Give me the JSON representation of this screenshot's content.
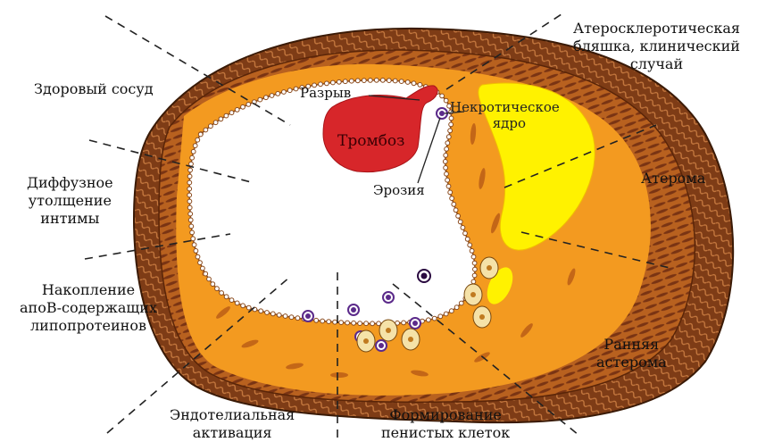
{
  "labels": {
    "healthy": "Здоровый сосуд",
    "diffuse_1": "Диффузное",
    "diffuse_2": "утолщение",
    "diffuse_3": "интимы",
    "accum_1": "Накопление",
    "accum_2": "апоВ-содержащих",
    "accum_3": "липопротеинов",
    "endo_1": "Эндотелиальная",
    "endo_2": "активация",
    "foam_1": "Формирование",
    "foam_2": "пенистых клеток",
    "early_1": "Ранняя",
    "early_2": "астерома",
    "atheroma": "Атерома",
    "plaque_1": "Атеросклеротическая",
    "plaque_2": "бляшка, клинический",
    "plaque_3": "случай",
    "rupture": "Разрыв",
    "thrombus": "Тромбоз",
    "erosion": "Эрозия",
    "necrotic_1": "Некротическое",
    "necrotic_2": "ядро"
  },
  "colors": {
    "adventitia": "#7a3a14",
    "media": "#b05a1e",
    "intima": "#f29a1f",
    "necrotic_core": "#fff200",
    "thrombus": "#d7262a",
    "monocyte": "#5b2a8a",
    "foam_cell": "#f5e2a8"
  }
}
